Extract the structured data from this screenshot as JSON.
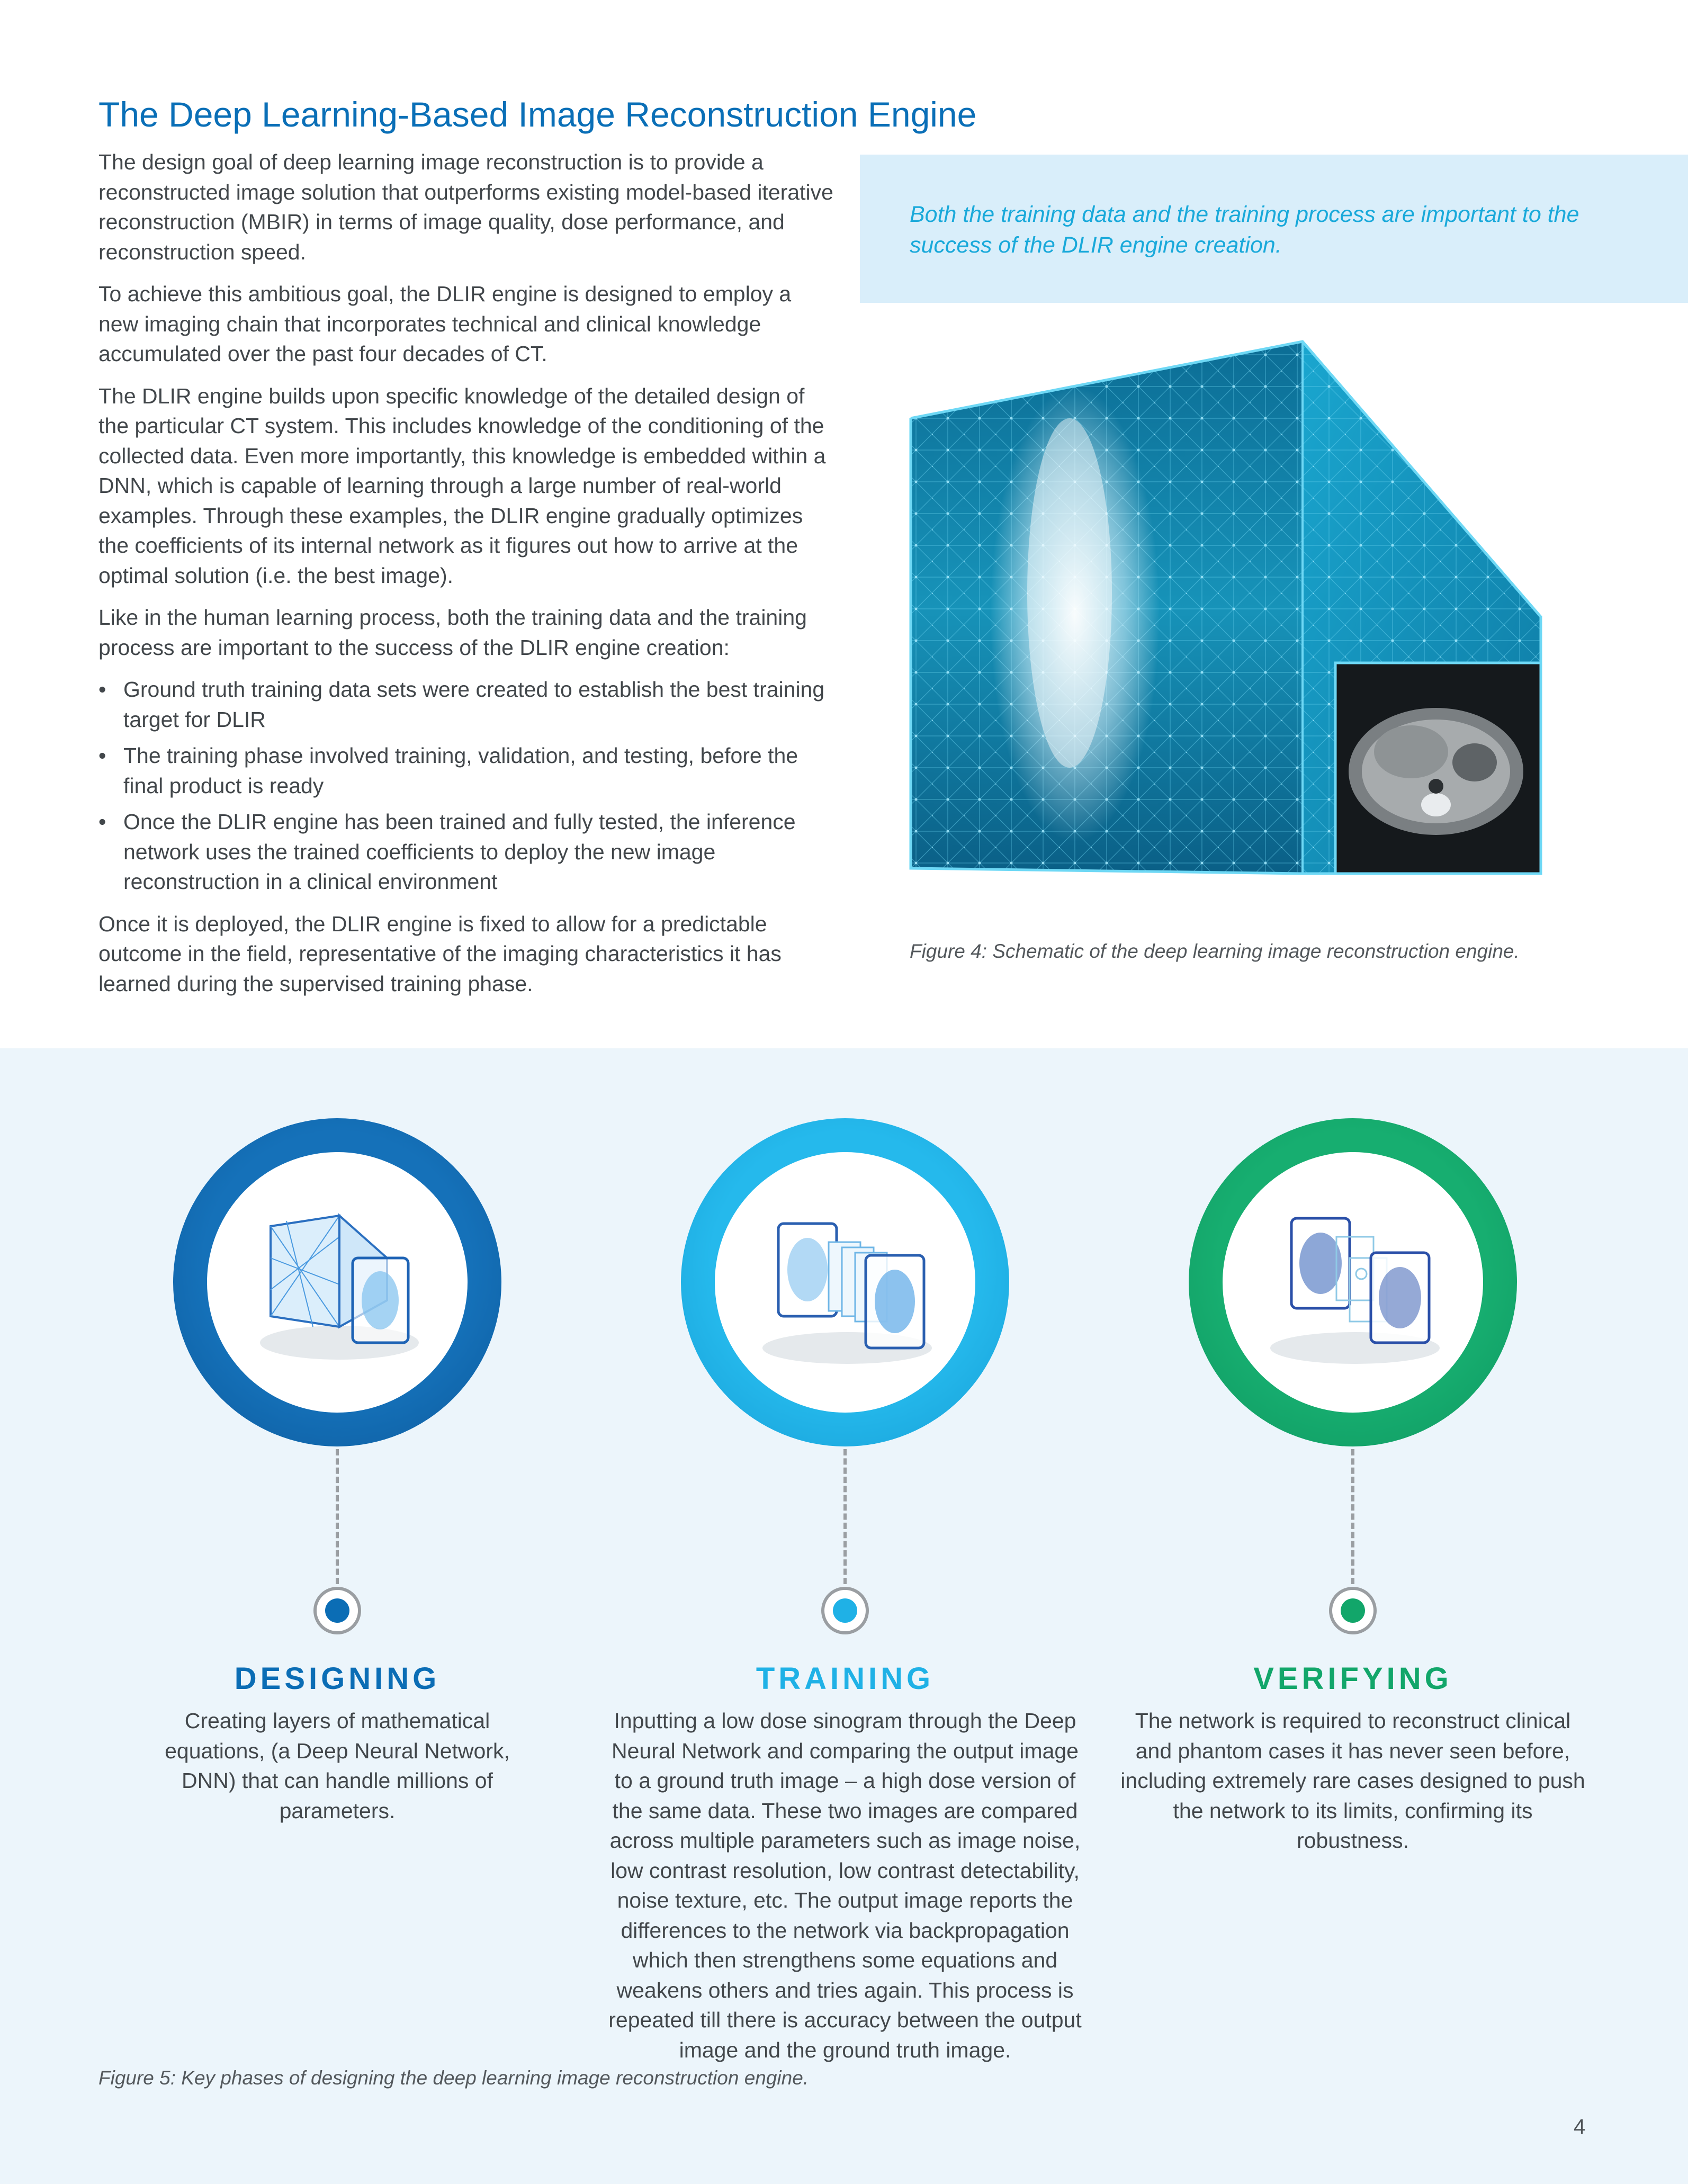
{
  "title": "The Deep Learning-Based Image Reconstruction Engine",
  "intro_paragraphs": [
    "The design goal of deep learning image reconstruction is to provide a reconstructed image solution that outperforms existing model-based iterative reconstruction (MBIR) in terms of image quality, dose performance, and reconstruction speed.",
    "To achieve this ambitious goal, the DLIR engine is designed to employ a new imaging chain that incorporates technical and clinical knowledge accumulated over the past four decades of CT.",
    "The DLIR engine builds upon specific knowledge of the detailed design of the particular CT system. This includes knowledge of the conditioning of the collected data. Even more importantly, this knowledge is embedded within a DNN, which is capable of learning through a large number of real-world examples. Through these examples, the DLIR engine gradually optimizes the coefficients of its internal network as it figures out how to arrive at the optimal solution (i.e. the best image).",
    "Like in the human learning process, both the training data and the training process are important to the success of the DLIR engine creation:"
  ],
  "bullets": [
    "Ground truth training data sets were created to establish the best training target for DLIR",
    "The training phase involved training, validation, and testing, before the final product is ready",
    "Once the DLIR engine has been trained and fully tested, the inference network uses the trained coefficients to deploy the new image reconstruction in a clinical environment"
  ],
  "closing_paragraph": "Once it is deployed, the DLIR engine is fixed to allow for a predictable outcome in the field, representative of the imaging characteristics it has learned during the supervised training phase.",
  "callout": "Both the training data and the training process are important to the success of the DLIR engine creation.",
  "figure4_caption": "Figure 4: Schematic of the deep learning image reconstruction engine.",
  "phases": [
    {
      "title": "DESIGNING",
      "color": "#0b6db5",
      "ring_color": "#0f62a8",
      "icon": "network-cube-icon",
      "text": "Creating layers of mathematical equations, (a Deep Neural Network, DNN) that can handle millions of parameters."
    },
    {
      "title": "TRAINING",
      "color": "#1fb1e6",
      "ring_color": "#1aaee6",
      "icon": "layered-images-icon",
      "text": "Inputting a low dose sinogram through the Deep Neural Network and comparing the output image to a ground truth image – a high dose version of the same data. These two images are compared across multiple parameters such as image noise, low contrast resolution, low contrast detectability, noise texture, etc. The output image reports the differences to the network via backpropagation which then strengthens some equations and weakens others and tries again. This process is repeated till there is accuracy between the output image and the ground truth image."
    },
    {
      "title": "VERIFYING",
      "color": "#12a66a",
      "ring_color": "#14a96b",
      "icon": "verify-images-icon",
      "text": "The network is required to reconstruct clinical and phantom cases it has never seen before, including extremely rare cases designed to push the network to its limits, confirming its robustness."
    }
  ],
  "figure5_caption": "Figure 5: Key phases of designing the deep learning image reconstruction engine.",
  "page_number": "4"
}
